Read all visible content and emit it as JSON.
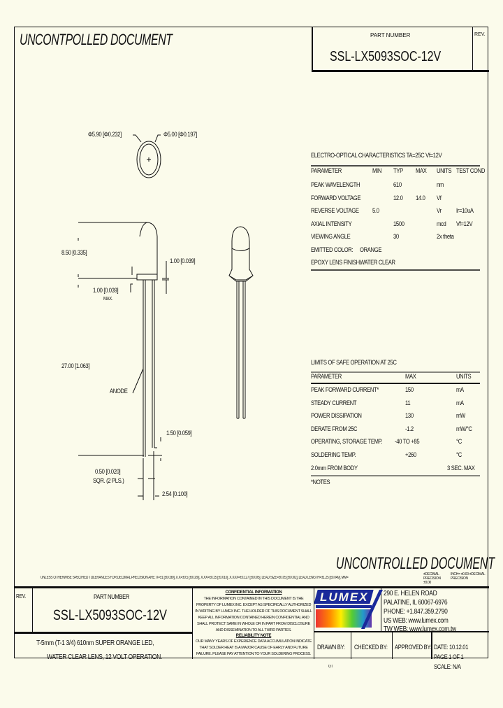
{
  "header": {
    "watermark": "UNCONTPOLLED DOCUMENT",
    "part_number_label": "PART NUMBER",
    "part_number": "SSL-LX5093SOC-12V",
    "rev_label": "REV."
  },
  "drawing": {
    "dim_outer_dia": "Φ5.90 [Φ0.232]",
    "dim_lens_dia": "Φ5.00 [Φ0.197]",
    "dim_height": "8.50 [0.335]",
    "dim_flange": "1.00 [0.039]",
    "dim_standoff": "1.00 [0.039]",
    "dim_standoff_note": "MAX.",
    "dim_lead_length": "27.00 [1.063]",
    "anode_label": "ANODE",
    "dim_lead_offset": "1.50 [0.059]",
    "dim_lead_size": "0.50 [0.020]",
    "dim_lead_size_note": "SQR. (2 PLS.)",
    "dim_lead_spacing": "2.54 [0.100]"
  },
  "electro_optical": {
    "title": "ELECTRO-OPTICAL CHARACTERISTICS TA=25C      Vf=12V",
    "columns": [
      "PARAMETER",
      "MIN",
      "TYP",
      "MAX",
      "UNITS",
      "TEST COND"
    ],
    "rows": [
      [
        "PEAK WAVELENGTH",
        "",
        "610",
        "",
        "nm",
        ""
      ],
      [
        "FORWARD VOLTAGE",
        "",
        "12.0",
        "14.0",
        "Vf",
        ""
      ],
      [
        "REVERSE VOLTAGE",
        "5.0",
        "",
        "",
        "Vr",
        "Ir=10uA"
      ],
      [
        "AXIAL INTENSITY",
        "",
        "1500",
        "",
        "mcd",
        "Vf=12V"
      ],
      [
        "VIEWING ANGLE",
        "",
        "30",
        "",
        "2x theta",
        ""
      ],
      [
        "EMITTED COLOR:",
        "ORANGE",
        "",
        "",
        "",
        ""
      ],
      [
        "EPOXY LENS FINISH:",
        "WATER CLEAR",
        "",
        "",
        "",
        ""
      ]
    ]
  },
  "limits": {
    "title": "LIMITS OF SAFE OPERATION AT 25C",
    "columns": [
      "PARAMETER",
      "MAX",
      "UNITS"
    ],
    "rows": [
      [
        "PEAK FORWARD CURRENT*",
        "150",
        "mA"
      ],
      [
        "STEADY CURRENT",
        "11",
        "mA"
      ],
      [
        "POWER DISSIPATION",
        "130",
        "mW"
      ],
      [
        "DERATE FROM 25C",
        "-1.2",
        "mW/°C"
      ],
      [
        "OPERATING, STORAGE TEMP.",
        "-40 TO +85",
        "°C"
      ],
      [
        "SOLDERING TEMP.",
        "+260",
        "°C"
      ],
      [
        "2.0mm FROM BODY",
        "",
        "3 SEC. MAX"
      ]
    ],
    "notes": "*NOTES"
  },
  "footer": {
    "watermark": "UNCONTROLLED DOCUMENT",
    "tolerances": "UNLESS OTHERWISE SPECIFIED TOLERANCES FOR DECIMAL PRECISION ARE: X=±1 [±0.039], X.X=±0.5 [±0.020], X.XX=±0.25 [±0.010], X.XXX=±0.127 [±0.005].  LEAD SIZE=±0.05 [±0.002], LEAD LENGTH=±1.25 [±0.049], MM=",
    "mm_note": "±DECIMAL PRECISION ±0.00",
    "inch_note": "INCH= ±0.00 ±DECIMAL PRECISION"
  },
  "title_block": {
    "rev_label": "REV.",
    "part_number_label": "PART NUMBER",
    "part_number": "SSL-LX5093SOC-12V",
    "description_line1": "T-5mm (T-1 3/4) 610nm SUPER ORANGE LED,",
    "description_line2": "WATER CLEAR LENS, 12 VOLT OPERATION.",
    "confidential_title": "CONFIDENTIAL INFORMATION",
    "confidential_text": "THE INFORMATION CONTAINED IN THIS DOCUMENT IS THE PROPERTY OF LUMEX INC. EXCEPT AS SPECIFICALLY AUTHORIZED IN WRITING BY LUMEX INC. THE HOLDER OF THIS DOCUMENT SHALL KEEP ALL INFORMATION CONTAINED HEREIN CONFIDENTIAL AND SHALL PROTECT SAME IN WHOLE OR IN PART FROM DISCLOSURE AND DISSEMINATION TO ALL THIRD PARTIES.",
    "reliability_title": "RELIABILITY NOTE",
    "reliability_text": "OUR MANY YEARS OF EXPERIENCE DATA ACCUMULATION INDICATE THAT SOLDER HEAT IS A MAJOR CAUSE OF EARLY AND FUTURE FAILURE. PLEASE PAY ATTENTION TO YOUR SOLDERING PROCESS.",
    "logo_text": "LUMEX",
    "address1": "290 E. HELEN ROAD",
    "address2": "PALATINE, IL 60067-6976",
    "phone": "PHONE: +1.847.359.2790",
    "us_web": "US WEB: www.lumex.com",
    "tw_web": "TW WEB: www.lumex.com.tw",
    "drawn_by_label": "DRAWN BY:",
    "drawn_by": "GT",
    "checked_by_label": "CHECKED BY:",
    "approved_by_label": "APPROVED BY:",
    "date": "DATE:  10.12.01",
    "page": "PAGE   1 OF 1",
    "scale": "SCALE:   N/A"
  },
  "colors": {
    "background": "#fbfbeb",
    "ink": "#111111",
    "logo_blue": "#1a2a9a"
  }
}
